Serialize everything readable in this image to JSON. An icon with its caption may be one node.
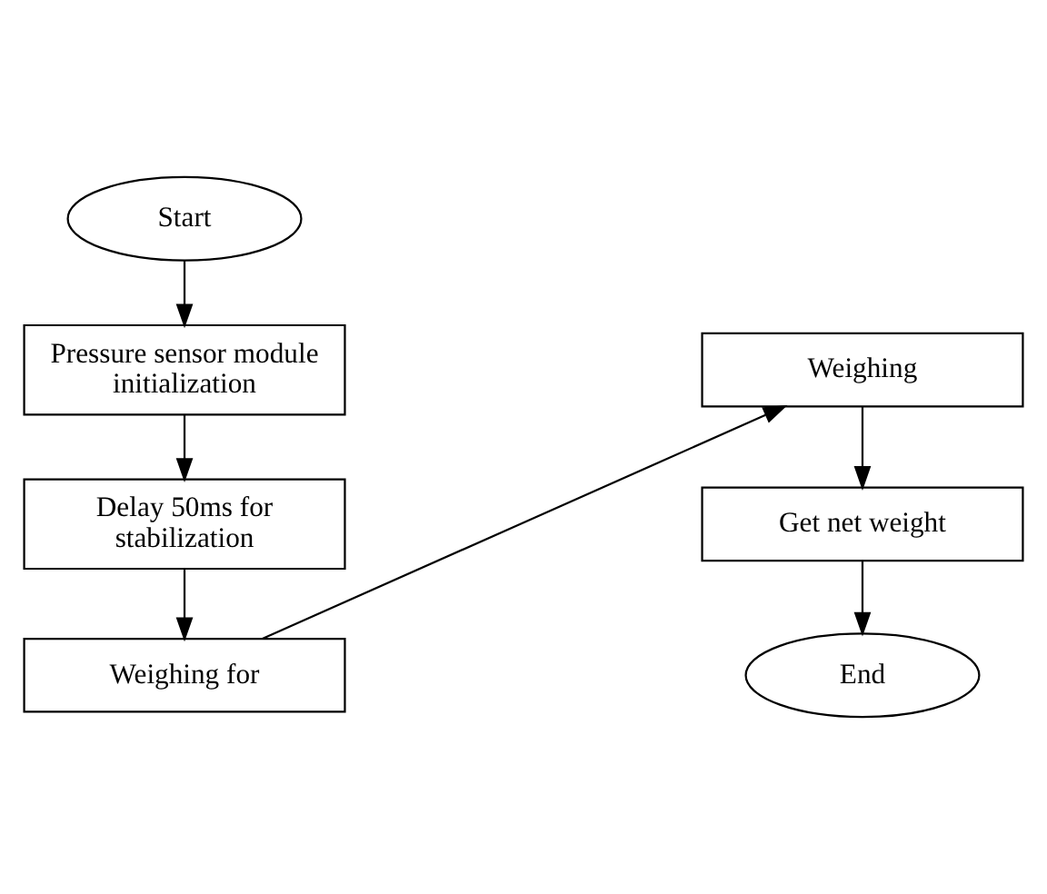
{
  "diagram": {
    "nodes": [
      {
        "text": [
          "Start"
        ]
      },
      {
        "text": [
          "Pressure sensor module initialization"
        ]
      },
      {
        "text": [
          "Delay 50ms for stabilization"
        ]
      },
      {
        "text": [
          "Weighing for"
        ]
      },
      {
        "text": [
          "Weighing"
        ]
      },
      {
        "text": [
          "Get net weight"
        ]
      },
      {
        "text": [
          "End"
        ]
      }
    ],
    "edges": [
      {
        "from": 0,
        "to": 1,
        "arrow": "to"
      },
      {
        "from": 1,
        "to": 2,
        "arrow": "to"
      },
      {
        "from": 2,
        "to": 3,
        "arrow": "to"
      },
      {
        "from": 3,
        "to": 4,
        "arrow": "to"
      },
      {
        "from": 4,
        "to": 5,
        "arrow": "to"
      },
      {
        "from": 5,
        "to": 6,
        "arrow": "to"
      }
    ]
  }
}
